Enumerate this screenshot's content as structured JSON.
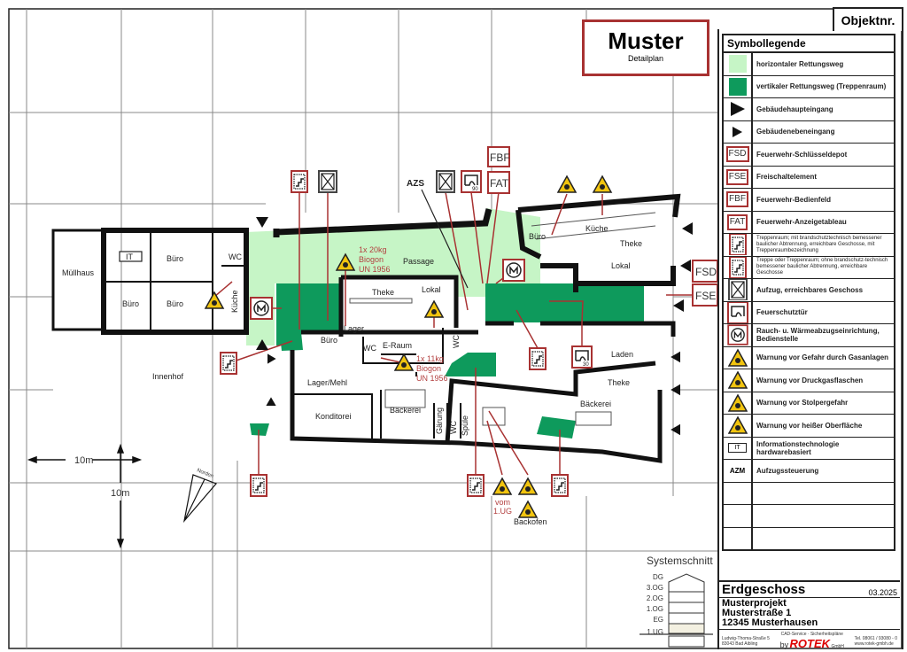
{
  "header": {
    "object_number_label": "Objektnr.",
    "title": "Muster",
    "subtitle": "Detailplan"
  },
  "legend": {
    "title": "Symbollegende",
    "items": [
      {
        "icon": "light-green-swatch",
        "label": "horizontaler Rettungsweg"
      },
      {
        "icon": "dark-green-swatch",
        "label": "vertikaler Rettungsweg (Treppenraum)"
      },
      {
        "icon": "large-triangle",
        "label": "Gebäudehaupteingang"
      },
      {
        "icon": "small-triangle",
        "label": "Gebäudenebeneingang"
      },
      {
        "icon": "FSD",
        "label": "Feuerwehr-Schlüsseldepot"
      },
      {
        "icon": "FSE",
        "label": "Freischaltelement"
      },
      {
        "icon": "FBF",
        "label": "Feuerwehr-Bedienfeld"
      },
      {
        "icon": "FAT",
        "label": "Feuerwehr-Anzeigetableau"
      },
      {
        "icon": "stair-room",
        "label": "Treppenraum; mit brandschutztechnisch bemessener baulicher Abtrennung, erreichbare Geschosse, mit Treppenraumbezeichnung"
      },
      {
        "icon": "stair-open",
        "label": "Treppe oder Treppenraum; ohne brandschutz-technisch bemessener baulicher Abtrennung, erreichbare Geschosse"
      },
      {
        "icon": "elevator",
        "label": "Aufzug, erreichbares Geschoss"
      },
      {
        "icon": "fire-door",
        "label": "Feuerschutztür"
      },
      {
        "icon": "smoke-vent",
        "label": "Rauch- u. Wärmeabzugseinrichtung, Bedienstelle"
      },
      {
        "icon": "warning-gas",
        "label": "Warnung vor Gefahr durch Gasanlagen"
      },
      {
        "icon": "warning-pressure",
        "label": "Warnung vor Druckgasflaschen"
      },
      {
        "icon": "warning-trip",
        "label": "Warnung vor Stolpergefahr"
      },
      {
        "icon": "warning-hot",
        "label": "Warnung vor heißer Oberfläche"
      },
      {
        "icon": "IT",
        "label": "Informationstechnologie hardwarebasiert"
      },
      {
        "icon": "AZM",
        "label": "Aufzugssteuerung"
      }
    ],
    "colors": {
      "light_green": "#c6f5c6",
      "dark_green": "#0e9a5c",
      "red": "#a83232"
    }
  },
  "plan": {
    "rooms": {
      "muellhaus": "Müllhaus",
      "it": "IT",
      "buero1": "Büro",
      "buero2": "Büro",
      "buero3": "Büro",
      "wc1": "WC",
      "kueche1": "Küche",
      "passage": "Passage",
      "theke1": "Theke",
      "lokal1": "Lokal",
      "buero4": "Büro",
      "lager": "Lager",
      "wc2": "WC",
      "eraum": "E-Raum",
      "wc3": "WC",
      "buero5": "Büro",
      "kueche2": "Küche",
      "theke2": "Theke",
      "lokal2": "Lokal",
      "laden": "Laden",
      "theke3": "Theke",
      "baeckerei1": "Bäckerei",
      "lagermehl": "Lager/Mehl",
      "konditorei": "Konditorei",
      "baeckerei2": "Bäckerei",
      "gaerung": "Gärung",
      "wc4": "WC",
      "spuele": "Spüle",
      "innenhof": "Innenhof"
    },
    "gas1": [
      "1x 20kg",
      "Biogon",
      "UN 1956"
    ],
    "gas2": [
      "1x 11kg",
      "Biogon",
      "UN 1956"
    ],
    "azs": "AZS",
    "codes": {
      "fbf": "FBF",
      "fat": "FAT",
      "fsd": "FSD",
      "fse": "FSE"
    },
    "gas_from": [
      "vom",
      "1.UG"
    ],
    "backofen": "Backofen",
    "firedoor_90": "90",
    "firedoor_30": "30",
    "scale_h": "10m",
    "scale_v": "10m",
    "north": "Norden"
  },
  "section": {
    "label": "Systemschnitt",
    "floors": [
      "DG",
      "3.OG",
      "2.OG",
      "1.OG",
      "EG",
      "1.UG"
    ],
    "current": "EG"
  },
  "titleblock": {
    "floor": "Erdgeschoss",
    "date": "03.2025",
    "project": "Musterprojekt",
    "street": "Musterstraße 1",
    "city": "12345 Musterhausen",
    "company_address": [
      "Ludwig-Thoma-Straße 5",
      "83043 Bad Aibling"
    ],
    "company_tagline": "CAD-Service · Sicherheitspläne",
    "company_by": "by",
    "company_logo": "ROTEK",
    "company_suffix": "GmbH",
    "company_contact": [
      "Tel. 08061 / 93080 - 0",
      "www.rotek-gmbh.de"
    ]
  }
}
